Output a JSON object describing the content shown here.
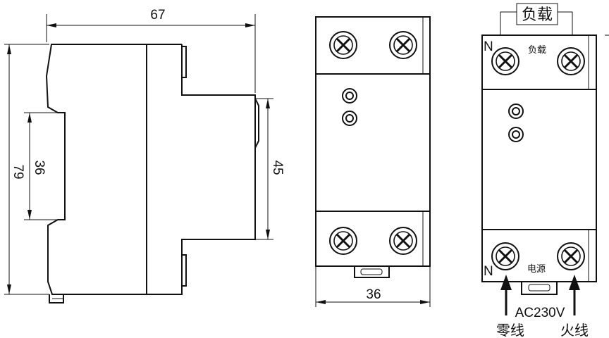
{
  "side_view": {
    "dim_width": "67",
    "dim_height": "79",
    "dim_rail": "36",
    "dim_front": "45"
  },
  "front_view": {
    "dim_width": "36"
  },
  "wiring_view": {
    "load_box_label": "负载",
    "load_terminal_label": "负载",
    "source_terminal_label": "电源",
    "neutral_top": "N",
    "neutral_bottom": "N",
    "supply_label": "AC230V",
    "neutral_wire_label": "零线",
    "live_wire_label": "火线"
  },
  "icons": [
    "terminal-screw-icon",
    "indicator-led-icon",
    "arrow-up-icon",
    "din-clip-icon"
  ]
}
